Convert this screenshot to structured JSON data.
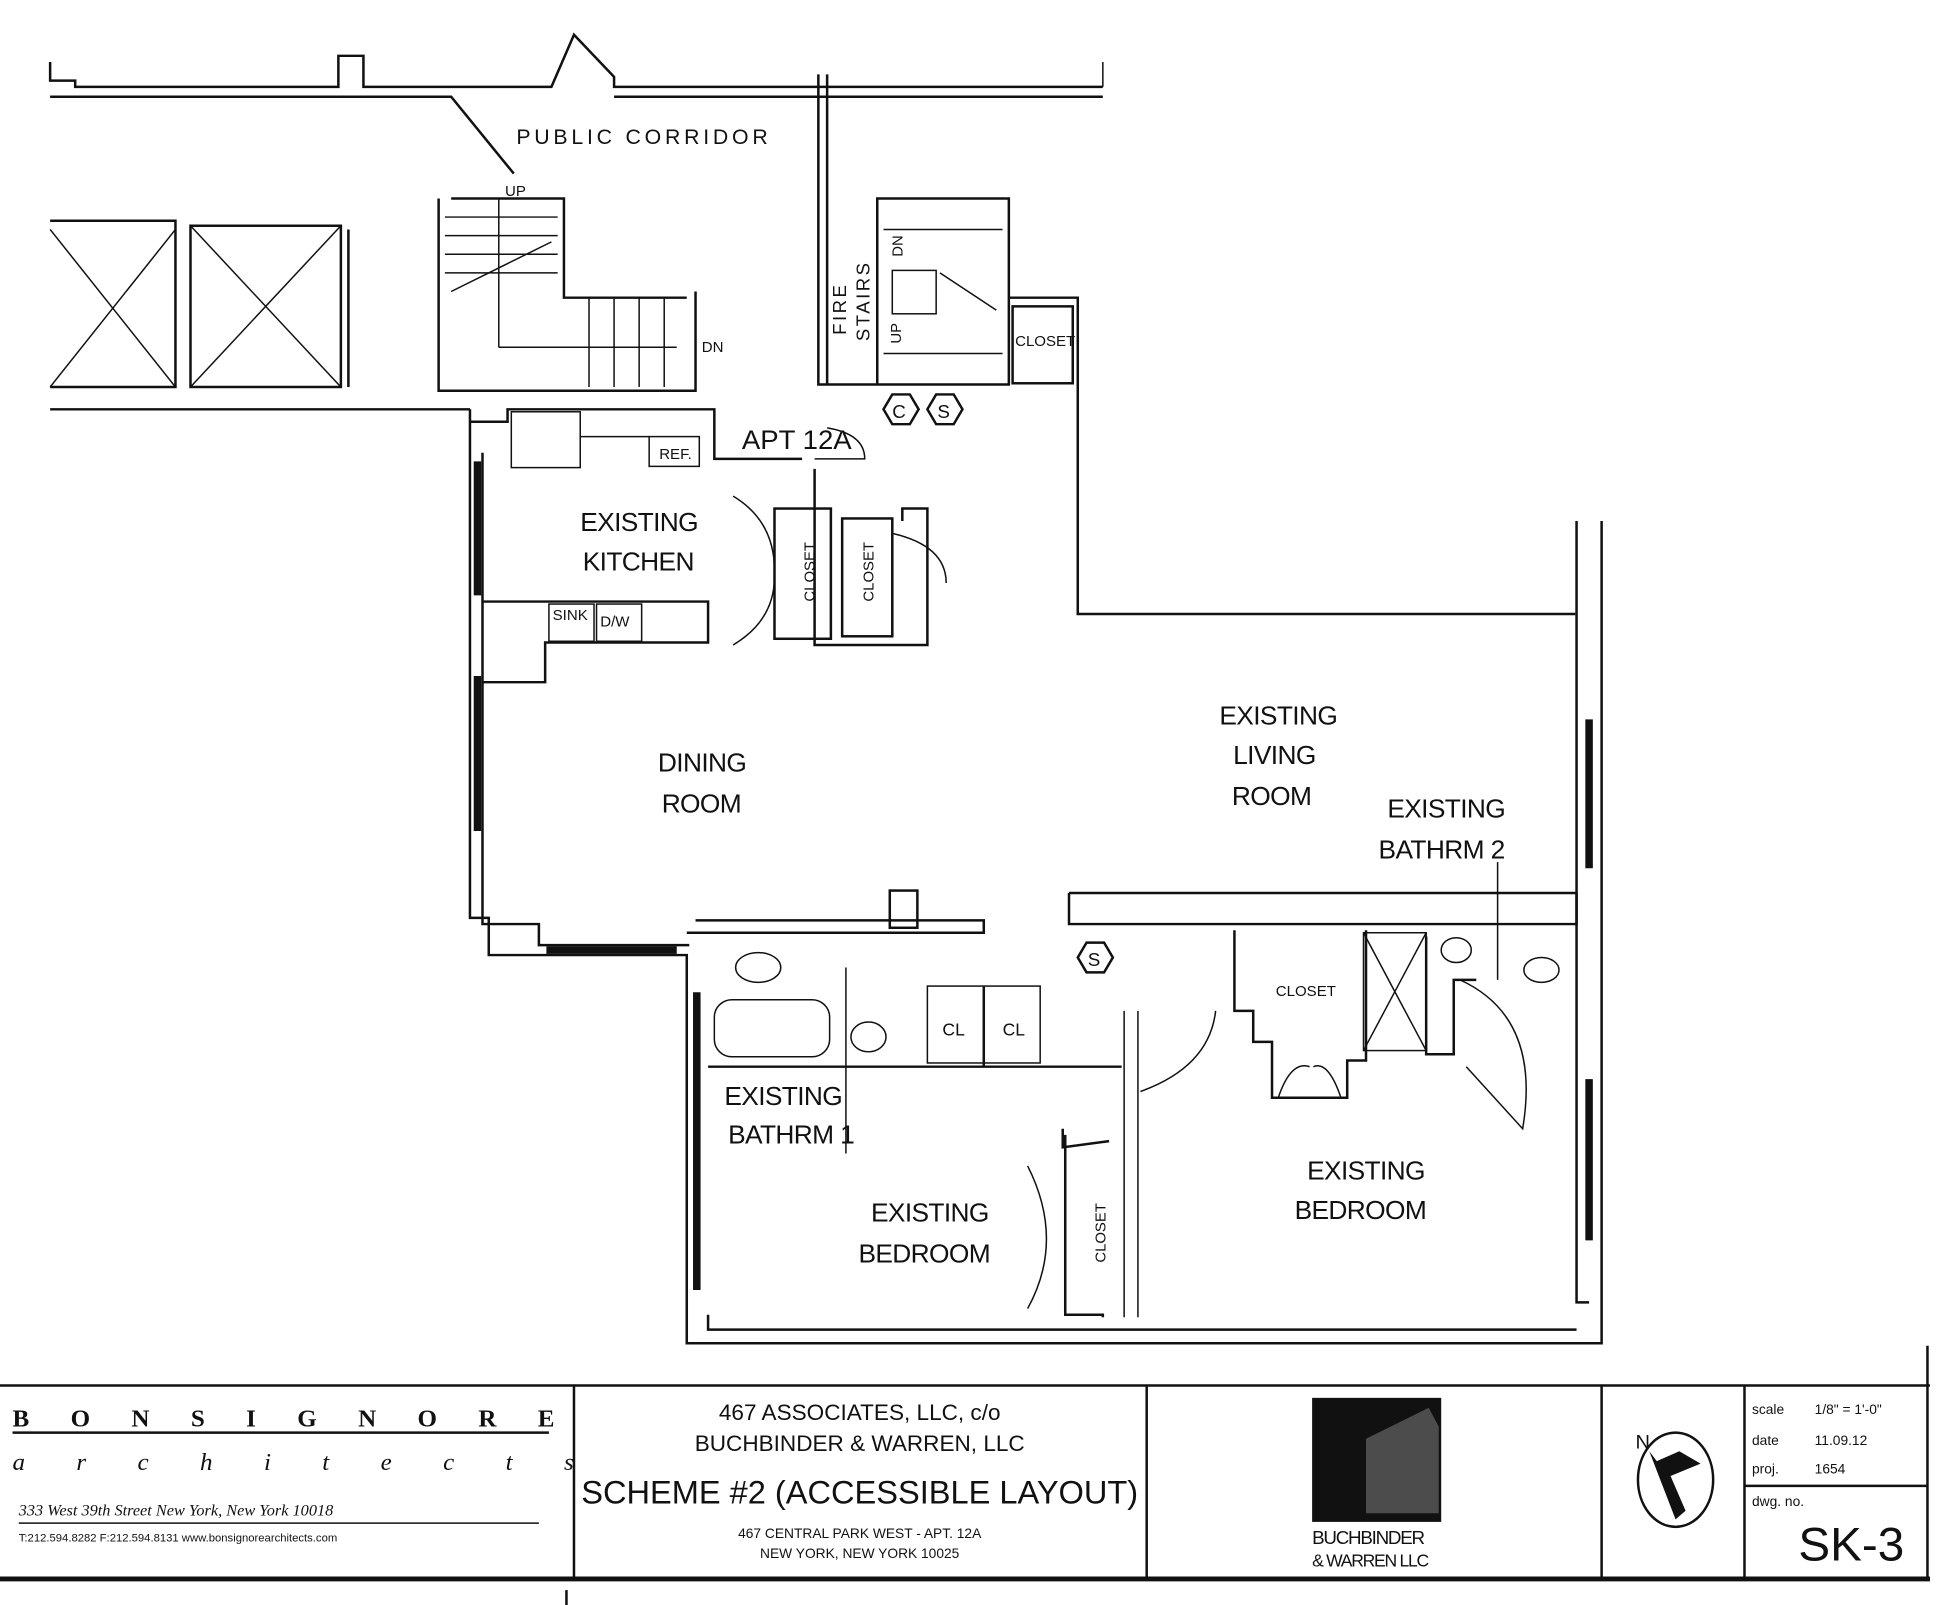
{
  "plan": {
    "public_corridor": "PUBLIC CORRIDOR",
    "fire_stairs": [
      "FIRE",
      "STAIRS"
    ],
    "stair_up": "UP",
    "stair_dn": "DN",
    "closet": "CLOSET",
    "cl": "CL",
    "symbol_c": "C",
    "symbol_s": "S",
    "apt": "APT 12A",
    "ref": "REF.",
    "sink": "SINK",
    "dw": "D/W",
    "rooms": {
      "kitchen": [
        "EXISTING",
        "KITCHEN"
      ],
      "dining": [
        "DINING",
        "ROOM"
      ],
      "living": [
        "EXISTING",
        "LIVING",
        "ROOM"
      ],
      "bath2": [
        "EXISTING",
        "BATHRM 2"
      ],
      "bath1": [
        "EXISTING",
        "BATHRM 1"
      ],
      "bedroom1": [
        "EXISTING",
        "BEDROOM"
      ],
      "bedroom2": [
        "EXISTING",
        "BEDROOM"
      ]
    }
  },
  "title_block": {
    "firm_name": "B O N S I G N O R E",
    "firm_sub": "a r c h i t e c t s",
    "firm_address": "333 West 39th Street  New York, New York 10018",
    "firm_contact": "T:212.594.8282  F:212.594.8131  www.bonsignorearchitects.com",
    "client_line1": "467 ASSOCIATES, LLC, c/o",
    "client_line2": "BUCHBINDER & WARREN, LLC",
    "drawing_title": "SCHEME #2 (ACCESSIBLE LAYOUT)",
    "address_line1": "467 CENTRAL PARK WEST - APT. 12A",
    "address_line2": "NEW YORK, NEW YORK 10025",
    "logo_text1": "BUCHBINDER",
    "logo_text2": "& WARREN LLC",
    "north": "N",
    "scale_label": "scale",
    "scale_value": "1/8\" = 1'-0\"",
    "date_label": "date",
    "date_value": "11.09.12",
    "proj_label": "proj.",
    "proj_value": "1654",
    "dwg_label": "dwg. no.",
    "dwg_value": "SK-3"
  }
}
